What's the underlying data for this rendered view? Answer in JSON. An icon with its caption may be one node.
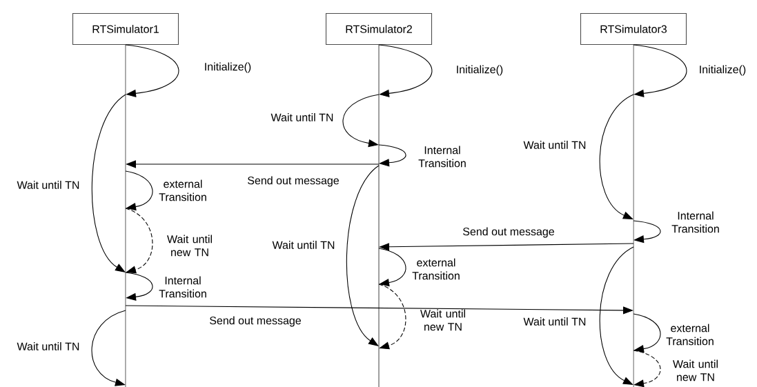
{
  "diagram": {
    "nodes": [
      {
        "text": [
          "RTSimulator1"
        ]
      },
      {
        "text": [
          "RTSimulator2"
        ]
      },
      {
        "text": [
          "RTSimulator3"
        ]
      },
      {
        "text": [],
        "shape": "line"
      },
      {
        "text": [],
        "shape": "line"
      },
      {
        "text": [],
        "shape": "line"
      }
    ],
    "edges": [
      {
        "from": 3,
        "to": 3,
        "arrow": "to",
        "label": "Initialize()"
      },
      {
        "from": 4,
        "to": 4,
        "arrow": "to",
        "label": "Initialize()"
      },
      {
        "from": 5,
        "to": 5,
        "arrow": "to",
        "label": "Initialize()"
      },
      {
        "from": 3,
        "to": 3,
        "arrow": "to",
        "label": "Wait until TN"
      },
      {
        "from": 4,
        "to": 4,
        "arrow": "to",
        "label": "Wait until TN"
      },
      {
        "from": 5,
        "to": 5,
        "arrow": "to",
        "label": "Wait until TN"
      },
      {
        "from": 4,
        "to": 4,
        "arrow": "to",
        "label": "Internal Transition"
      },
      {
        "from": 4,
        "to": 3,
        "arrow": "to",
        "label": "Send out message"
      },
      {
        "from": 3,
        "to": 3,
        "arrow": "to",
        "label": "external Transition"
      },
      {
        "from": 3,
        "to": 3,
        "arrow": "to",
        "label": "Wait until new TN",
        "style": "dashed"
      },
      {
        "from": 4,
        "to": 4,
        "arrow": "to",
        "label": "Wait until TN"
      },
      {
        "from": 5,
        "to": 5,
        "arrow": "to",
        "label": "Internal Transition"
      },
      {
        "from": 5,
        "to": 4,
        "arrow": "to",
        "label": "Send out message"
      },
      {
        "from": 4,
        "to": 4,
        "arrow": "to",
        "label": "external Transition"
      },
      {
        "from": 3,
        "to": 3,
        "arrow": "to",
        "label": "Internal Transition"
      },
      {
        "from": 3,
        "to": 5,
        "arrow": "to",
        "label": "Send out message"
      },
      {
        "from": 4,
        "to": 4,
        "arrow": "to",
        "label": "Wait until new TN",
        "style": "dashed"
      },
      {
        "from": 3,
        "to": 3,
        "arrow": "to",
        "label": "Wait until TN"
      },
      {
        "from": 5,
        "to": 5,
        "arrow": "to",
        "label": "Wait until TN"
      },
      {
        "from": 5,
        "to": 5,
        "arrow": "to",
        "label": "external Transition"
      },
      {
        "from": 5,
        "to": 5,
        "arrow": "to",
        "label": "Wait until new TN",
        "style": "dashed"
      }
    ]
  }
}
